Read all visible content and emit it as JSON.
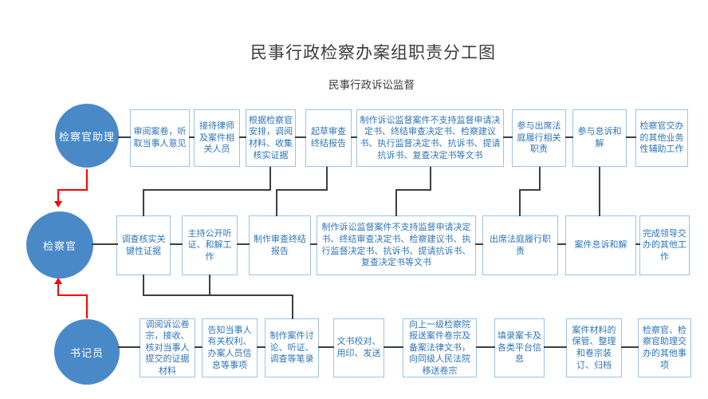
{
  "title": "民事行政检察办案组职责分工图",
  "subtitle": "民事行政诉讼监督",
  "colors": {
    "circle_fill": "#4a89c8",
    "circle_text": "#ffffff",
    "box_border": "#9dc3e6",
    "box_text": "#2e75b6",
    "connector": "#3f3f3f",
    "arrow": "#fe0000"
  },
  "roles": {
    "assistant": {
      "label": "检察官助理",
      "tasks": [
        "审阅案卷，听取当事人意见",
        "接待律师及案件相关人员",
        "根据检察官安排，调阅材料、收集核实证据",
        "起草审查终结报告",
        "制作诉讼监督案件不支持监督申请决定书、终结审查决定书、检察建议书、执行监督决定书、抗诉书、提请抗诉书、复查决定书等文书",
        "参与出席法庭履行相关职责",
        "参与息诉和解",
        "检察官交办的其他业务性辅助工作"
      ]
    },
    "prosecutor": {
      "label": "检察官",
      "tasks": [
        "调查核实关键性证据",
        "主持公开听证、和解工作",
        "制作审查终结报告",
        "制作诉讼监督案件不支持监督申请决定书、终结审查决定书、检察建议书、执行监督决定书、抗诉书、提请抗诉书、复查决定书等文书",
        "出席法庭履行职责",
        "案件息诉和解",
        "完成领导交办的其他工作"
      ]
    },
    "clerk": {
      "label": "书记员",
      "tasks": [
        "调阅诉讼卷宗，接收、核对当事人提交的证据材料",
        "告知当事人有关权利、办案人员信息等事项",
        "制作案件讨论、听证、调查等笔录",
        "文书校对、用印、发送",
        "向上一级检察院报送案件卷宗及备案法律文书，向同级人民法院移送卷宗",
        "填录案卡及各类平台信息",
        "案件材料的保管、整理和卷宗装订、归档",
        "检察官、检察官助理交办的其他事项"
      ]
    }
  }
}
